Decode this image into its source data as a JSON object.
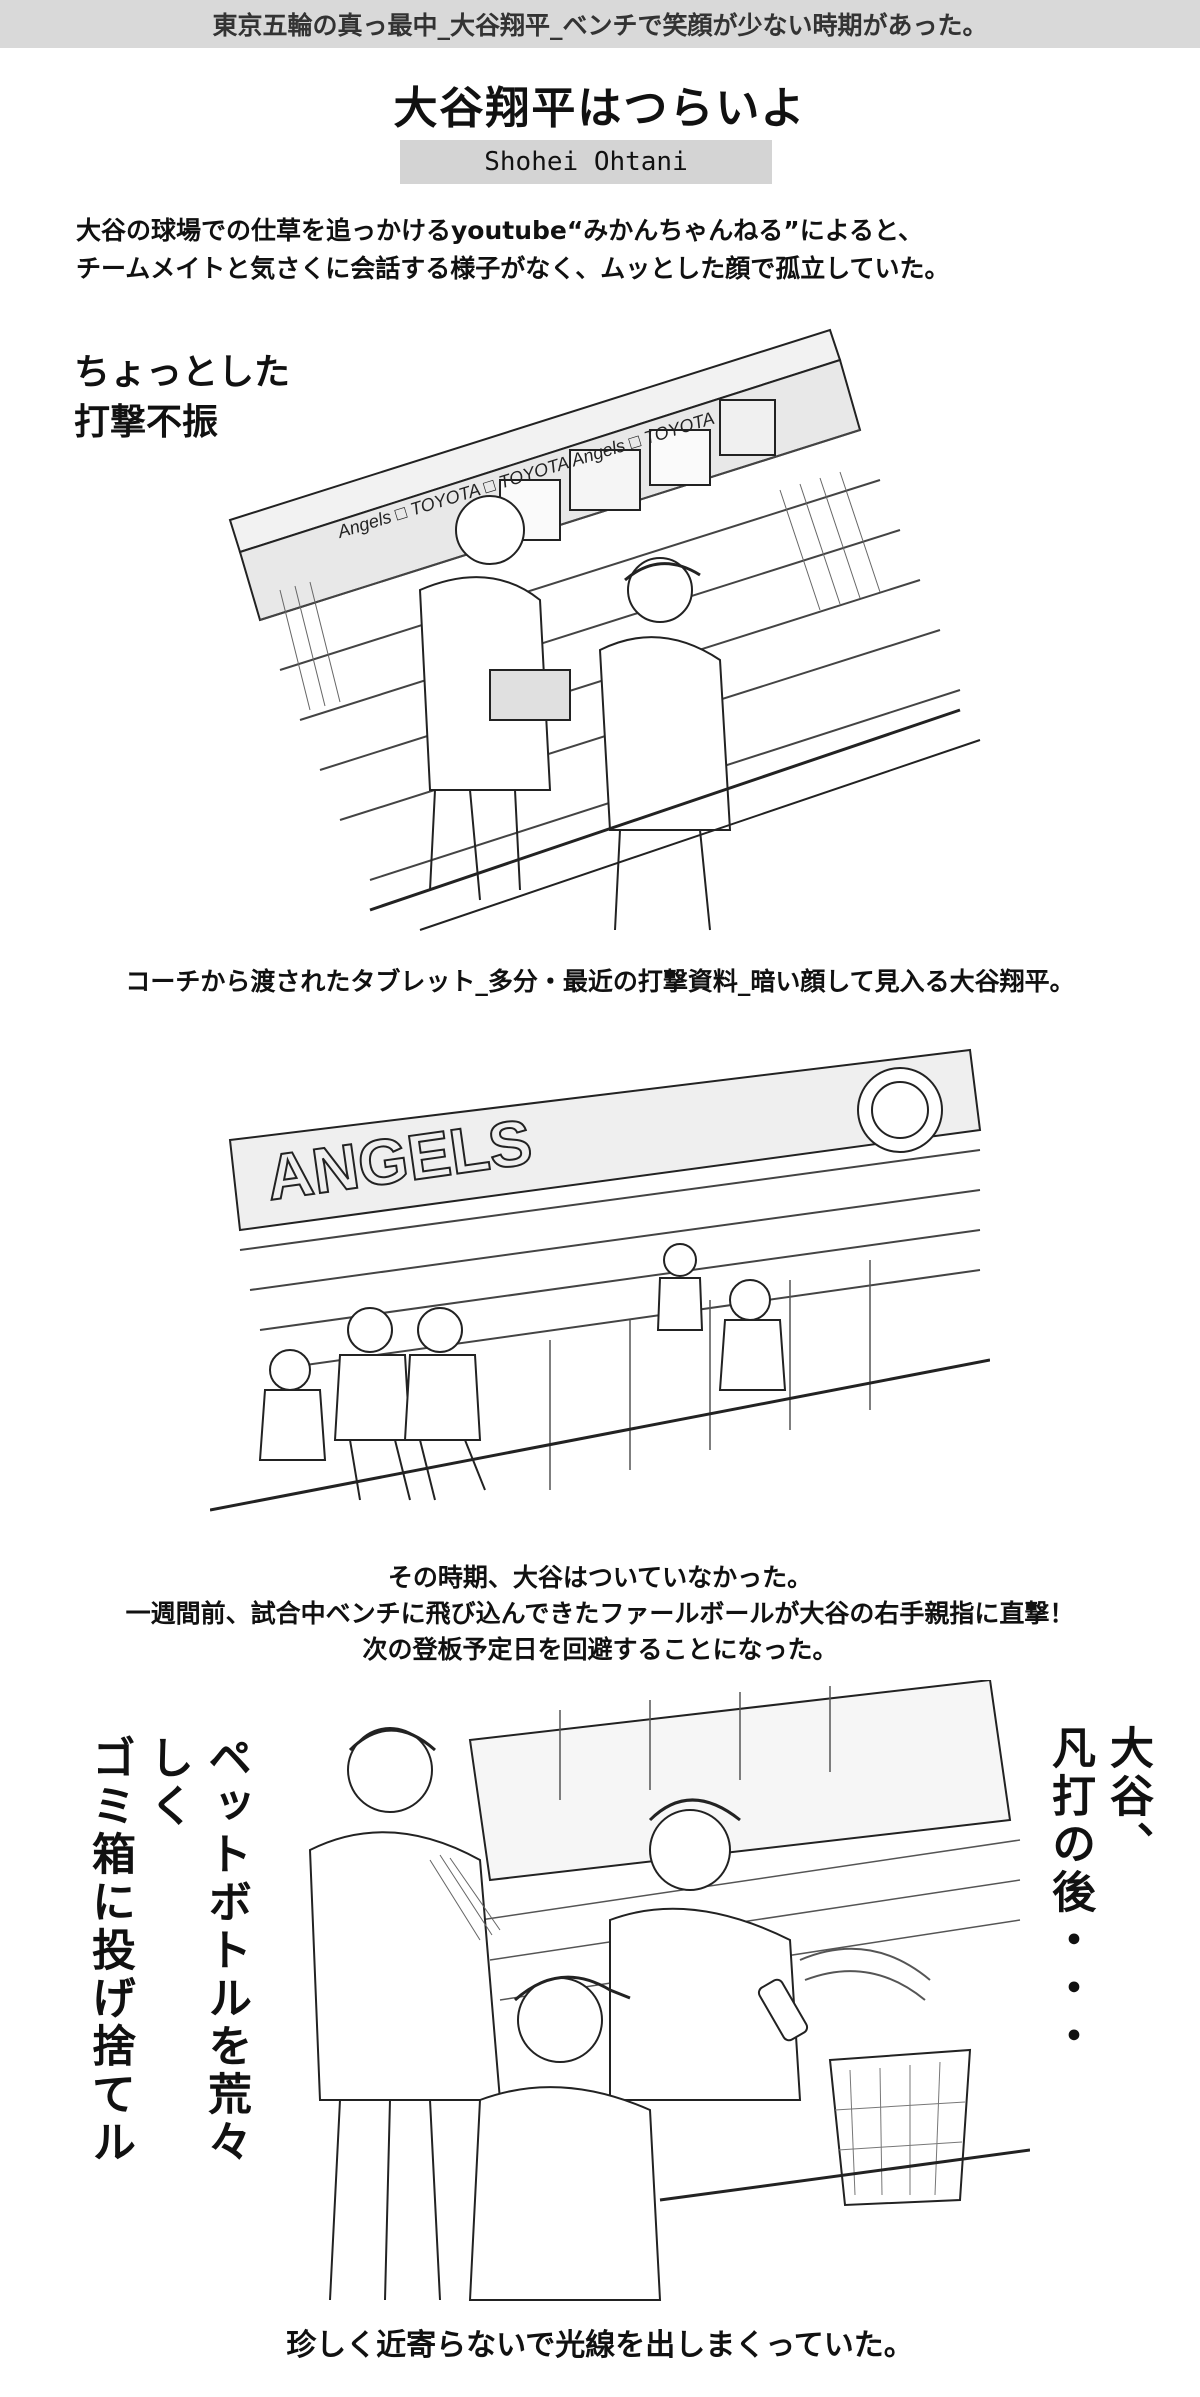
{
  "header": {
    "banner": "東京五輪の真っ最中_大谷翔平_ベンチで笑顔が少ない時期があった。"
  },
  "title": "大谷翔平はつらいよ",
  "subtitle": "Shohei Ohtani",
  "intro": [
    "大谷の球場での仕草を追っかけるyoutube“みかんちゃんねる”によると、",
    "チームメイトと気さくに会話する様子がなく、ムッとした顔で孤立していた。"
  ],
  "panel1": {
    "side_text": [
      "ちょっとした",
      "打撃不振"
    ],
    "banner_text": "Angels □ TOYOTA □ TOYOTA Angels □ TOYOTA",
    "caption": "コーチから渡されたタブレット_多分・最近の打撃資料_暗い顔して見入る大谷翔平。"
  },
  "panel2": {
    "sign_text": "ANGELS",
    "caption": [
      "その時期、大谷はついていなかった。",
      "一週間前、試合中ベンチに飛び込んできたファールボールが大谷の右手親指に直撃！",
      "次の登板予定日を回避することになった。"
    ]
  },
  "panel3": {
    "left_vertical": [
      "ペットボトルを荒々しく",
      "ゴミ箱に投げ捨てル"
    ],
    "right_vertical": [
      "大谷、",
      "凡打の後・・・"
    ],
    "caption": "珍しく近寄らないで光線を出しまくっていた。"
  }
}
